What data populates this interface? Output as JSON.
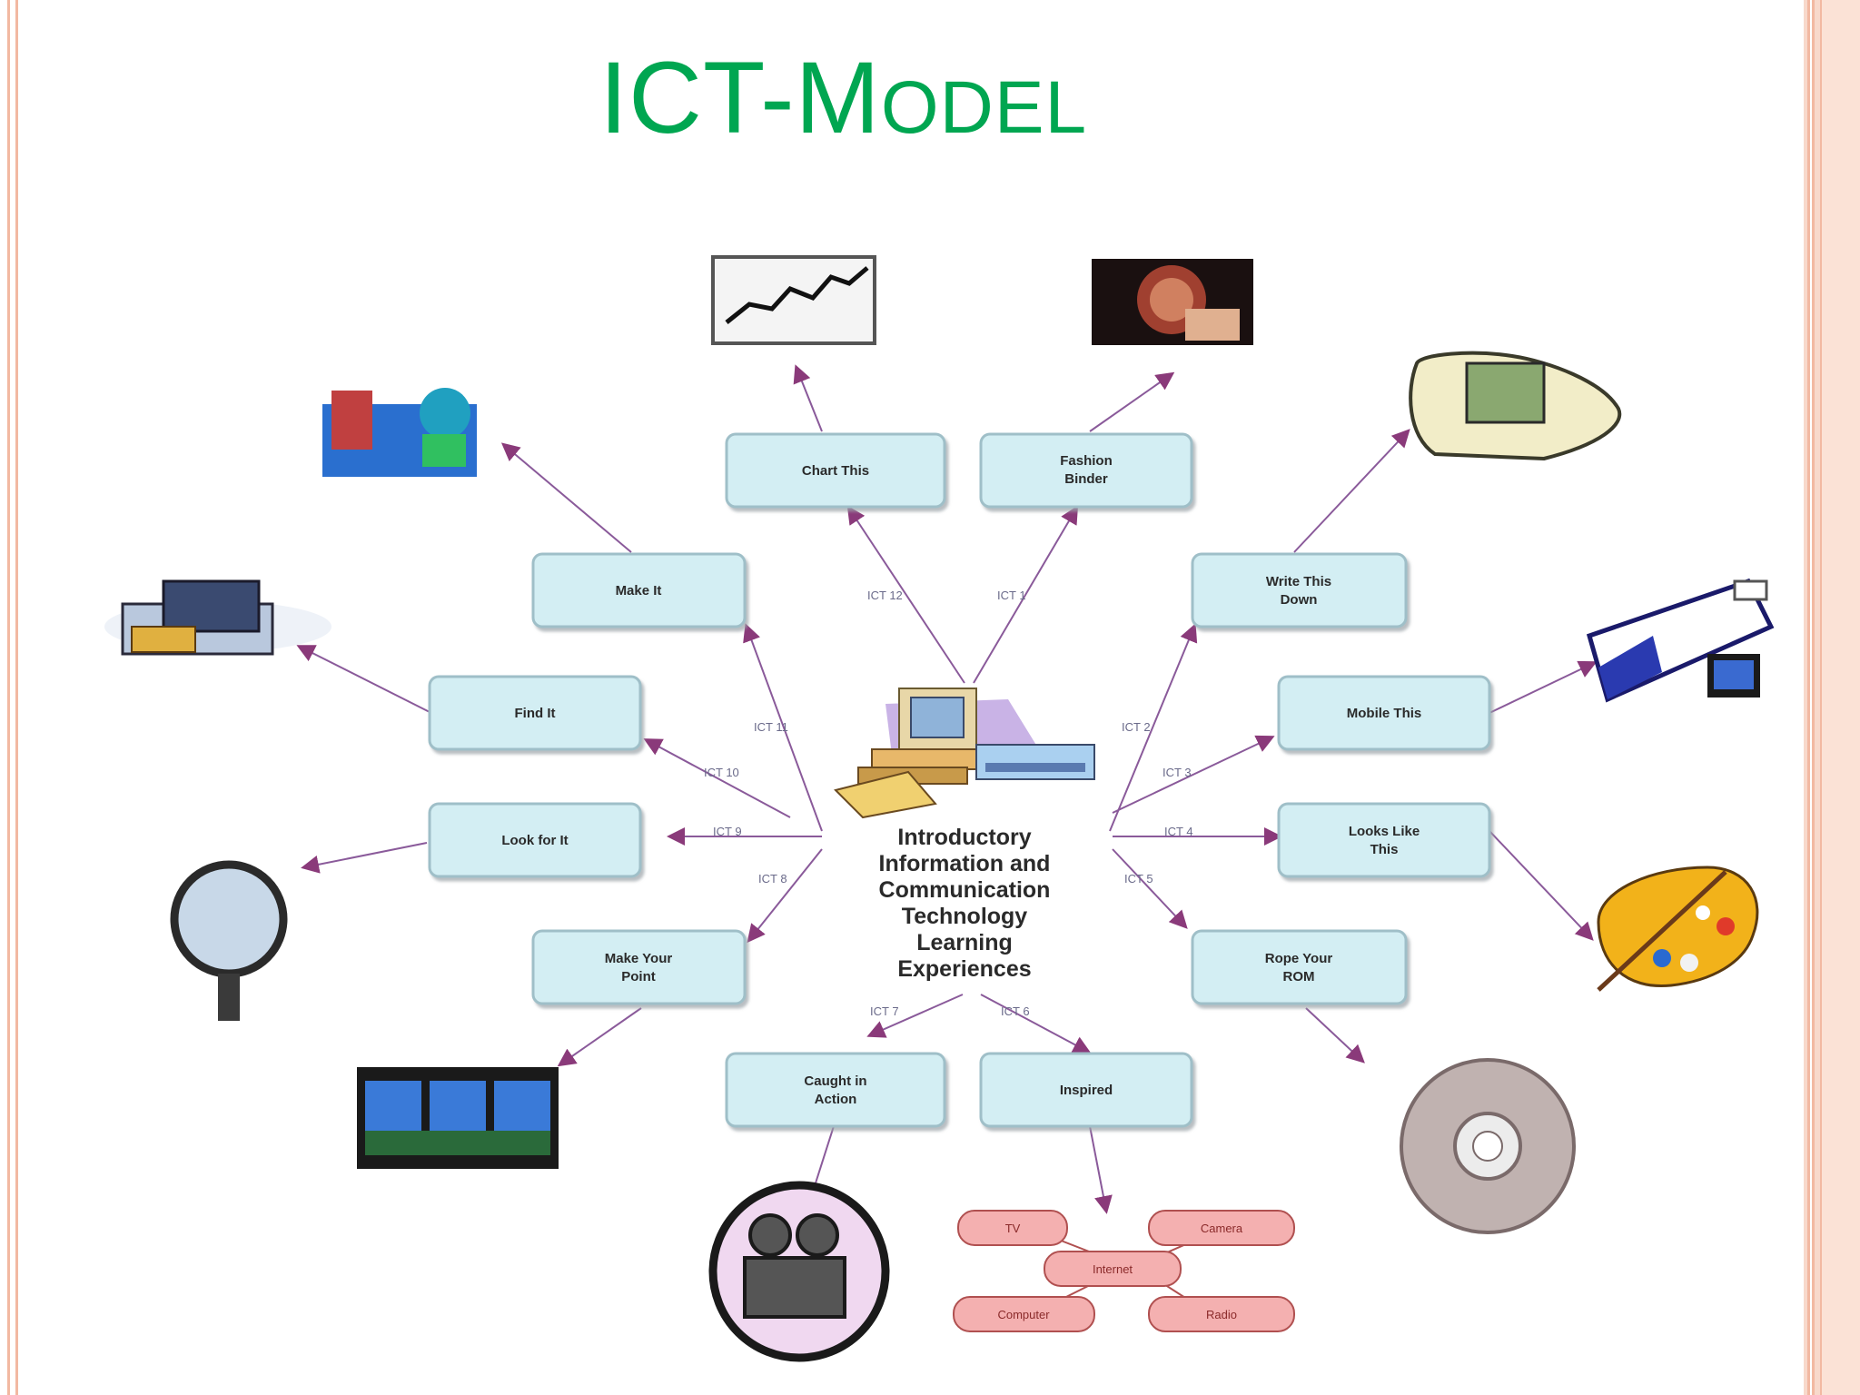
{
  "slide": {
    "title_first": "ICT-M",
    "title_rest": "ODEL",
    "title_color": "#00a651"
  },
  "center": {
    "lines": [
      "Introductory",
      "Information and",
      "Communication",
      "Technology",
      "Learning",
      "Experiences"
    ]
  },
  "boxes": {
    "chart_this": [
      "Chart This"
    ],
    "fashion_binder": [
      "Fashion",
      "Binder"
    ],
    "make_it": [
      "Make It"
    ],
    "write_this_down": [
      "Write This",
      "Down"
    ],
    "find_it": [
      "Find It"
    ],
    "mobile_this": [
      "Mobile This"
    ],
    "look_for_it": [
      "Look for It"
    ],
    "looks_like_this": [
      "Looks Like",
      "This"
    ],
    "make_your_point": [
      "Make Your",
      "Point"
    ],
    "rope_your_rom": [
      "Rope Your",
      "ROM"
    ],
    "caught_in_action": [
      "Caught in",
      "Action"
    ],
    "inspired": [
      "Inspired"
    ]
  },
  "ict_labels": {
    "ict12": "ICT 12",
    "ict1": "ICT 1",
    "ict11": "ICT 11",
    "ict2": "ICT 2",
    "ict10": "ICT 10",
    "ict3": "ICT 3",
    "ict9": "ICT 9",
    "ict4": "ICT 4",
    "ict8": "ICT 8",
    "ict5": "ICT 5",
    "ict7": "ICT 7",
    "ict6": "ICT 6"
  },
  "media_cluster": {
    "tv": "TV",
    "camera": "Camera",
    "internet": "Internet",
    "computer": "Computer",
    "radio": "Radio"
  },
  "colors": {
    "box_fill": "#d3eef3",
    "box_stroke": "#9fbfc8",
    "arrow": "#8a5a9a",
    "frame": "#f2b9a2"
  },
  "icons": [
    "line-chart-icon",
    "brain-icon",
    "toolbox-icon",
    "computer-map-icon",
    "file-cabinet-icon",
    "mobile-laptop-icon",
    "magnifier-icon",
    "paint-palette-icon",
    "film-strip-icon",
    "cd-icon",
    "video-camera-icon",
    "computer-desk-icon"
  ]
}
